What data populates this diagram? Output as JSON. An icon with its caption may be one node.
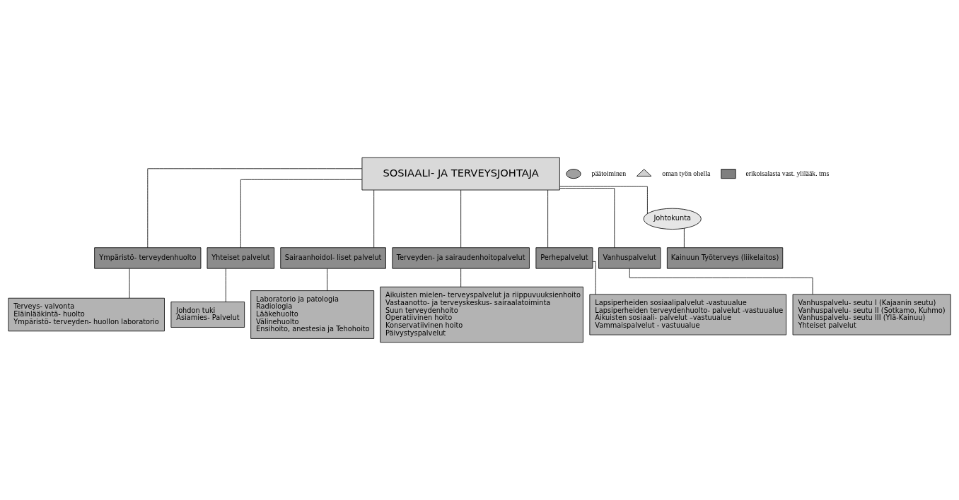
{
  "diagram": {
    "nodes": [
      {
        "text": [
          "SOSIAALI- JA TERVEYSJOHTAJA"
        ]
      },
      {
        "text": [
          "Johtokunta"
        ]
      },
      {
        "text": [
          "Ympäristö- terveydenhuolto"
        ]
      },
      {
        "text": [
          "Yhteiset palvelut"
        ]
      },
      {
        "text": [
          "Sairaanhoidol- liset palvelut"
        ]
      },
      {
        "text": [
          "Terveyden- ja sairaudenhoitopalvelut"
        ]
      },
      {
        "text": [
          "Perhepalvelut"
        ]
      },
      {
        "text": [
          "Vanhuspalvelut"
        ]
      },
      {
        "text": [
          "Kainuun Työterveys (liikelaitos)"
        ]
      },
      {
        "text": [
          "Terveys- valvonta",
          "Eläinlääkintä- huolto",
          "Ympäristö- terveyden- huollon laboratorio"
        ]
      },
      {
        "text": [
          "Johdon tuki",
          "Asiamies- Palvelut"
        ]
      },
      {
        "text": [
          "Laboratorio ja patologia",
          "Radiologia",
          "Lääkehuolto",
          "Välinehuolto",
          "Ensihoito, anestesia ja Tehohoito"
        ]
      },
      {
        "text": [
          "Aikuisten mielen- terveyspalvelut ja riippuvuuksienhoito",
          "Vastaanotto- ja terveyskeskus- sairaalatoiminta",
          "Suun terveydenhoito",
          "Operatiivinen hoito",
          "Konservatiivinen hoito",
          "Päivystyspalvelut"
        ]
      },
      {
        "text": [
          "Lapsiperheiden sosiaalipalvelut -vastuualue",
          "Lapsiperheiden terveydenhuolto- palvelut -vastuualue",
          "Aikuisten sosiaali- palvelut –vastuualue",
          "Vammaispalvelut - vastuualue"
        ]
      },
      {
        "text": [
          "Vanhuspalvelu- seutu I (Kajaanin seutu)",
          "Vanhuspalvelu- seutu II (Sotkamo, Kuhmo)",
          "Vanhuspalvelu- seutu III (Ylä-Kainuu)",
          "Yhteiset palvelut"
        ]
      }
    ],
    "edges": [
      {
        "from": 0,
        "to": 1,
        "arrow": "none"
      },
      {
        "from": 0,
        "to": 2,
        "arrow": "none"
      },
      {
        "from": 0,
        "to": 3,
        "arrow": "none"
      },
      {
        "from": 0,
        "to": 4,
        "arrow": "none"
      },
      {
        "from": 0,
        "to": 5,
        "arrow": "none"
      },
      {
        "from": 0,
        "to": 6,
        "arrow": "none"
      },
      {
        "from": 0,
        "to": 7,
        "arrow": "none"
      },
      {
        "from": 1,
        "to": 8,
        "arrow": "none"
      },
      {
        "from": 2,
        "to": 9,
        "arrow": "none"
      },
      {
        "from": 3,
        "to": 10,
        "arrow": "none"
      },
      {
        "from": 4,
        "to": 11,
        "arrow": "none"
      },
      {
        "from": 5,
        "to": 12,
        "arrow": "none"
      },
      {
        "from": 6,
        "to": 13,
        "arrow": "none"
      },
      {
        "from": 7,
        "to": 14,
        "arrow": "none"
      }
    ],
    "legend": [
      {
        "text": "päätoiminen"
      },
      {
        "text": "oman työn ohella"
      },
      {
        "text": "erikoisalasta vast. ylilääk. tms"
      }
    ]
  }
}
